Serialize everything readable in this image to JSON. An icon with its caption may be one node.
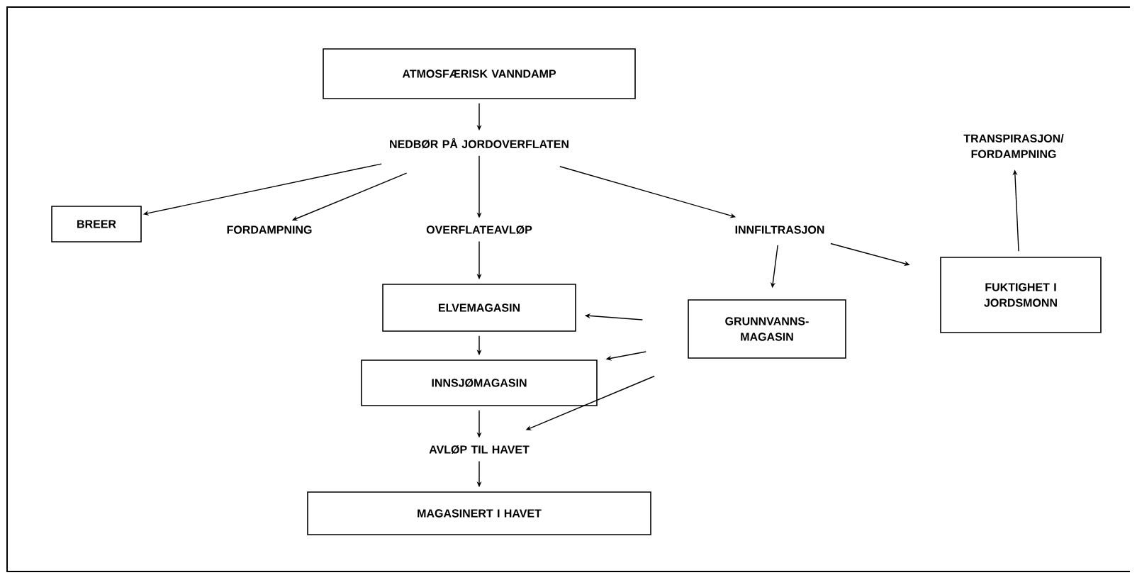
{
  "diagram": {
    "nodes": [
      {
        "text": [
          "ATMOSFÆRISK VANNDAMP"
        ]
      },
      {
        "text": [
          "NEDBØR PÅ JORDOVERFLATEN"
        ]
      },
      {
        "text": [
          "BREER"
        ]
      },
      {
        "text": [
          "FORDAMPNING"
        ]
      },
      {
        "text": [
          "OVERFLATEAVLØP"
        ]
      },
      {
        "text": [
          "INNFILTRASJON"
        ]
      },
      {
        "text": [
          "TRANSPIRASJON/ FORDAMPNING"
        ]
      },
      {
        "text": [
          "ELVEMAGASIN"
        ]
      },
      {
        "text": [
          "GRUNNVANNS- MAGASIN"
        ]
      },
      {
        "text": [
          "FUKTIGHET I JORDSMONN"
        ]
      },
      {
        "text": [
          "INNSJØMAGASIN"
        ]
      },
      {
        "text": [
          "AVLØP TIL HAVET"
        ]
      },
      {
        "text": [
          "MAGASINERT I HAVET"
        ]
      }
    ],
    "edges": [
      {
        "from": 0,
        "to": 1,
        "arrow": "to"
      },
      {
        "from": 1,
        "to": 2,
        "arrow": "to"
      },
      {
        "from": 1,
        "to": 3,
        "arrow": "to"
      },
      {
        "from": 1,
        "to": 4,
        "arrow": "to"
      },
      {
        "from": 1,
        "to": 5,
        "arrow": "to"
      },
      {
        "from": 5,
        "to": 8,
        "arrow": "to"
      },
      {
        "from": 5,
        "to": 9,
        "arrow": "to"
      },
      {
        "from": 9,
        "to": 6,
        "arrow": "to"
      },
      {
        "from": 4,
        "to": 7,
        "arrow": "to"
      },
      {
        "from": 7,
        "to": 10,
        "arrow": "to"
      },
      {
        "from": 10,
        "to": 11,
        "arrow": "to"
      },
      {
        "from": 11,
        "to": 12,
        "arrow": "to"
      },
      {
        "from": 8,
        "to": 7,
        "arrow": "to"
      },
      {
        "from": 8,
        "to": 10,
        "arrow": "to"
      },
      {
        "from": 8,
        "to": 11,
        "arrow": "to"
      }
    ]
  }
}
